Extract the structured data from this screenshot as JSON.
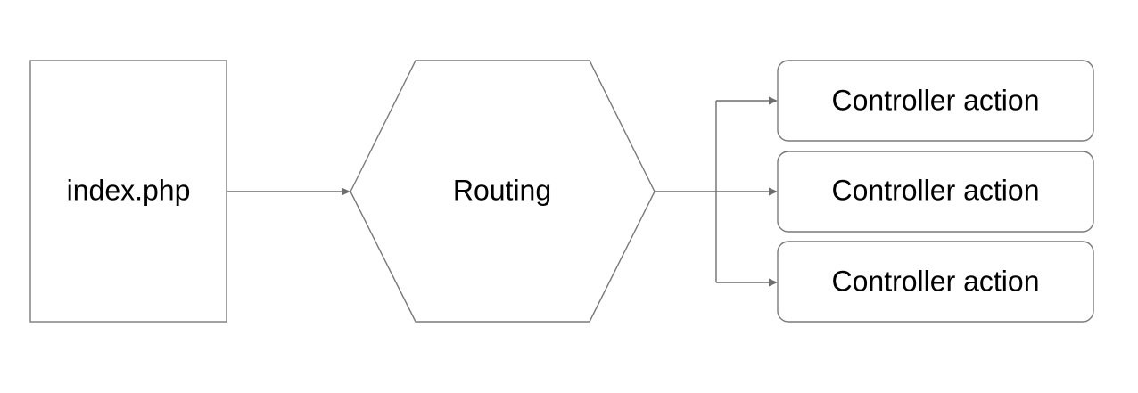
{
  "diagram": {
    "nodes": {
      "index": {
        "label": "index.php",
        "shape": "rectangle"
      },
      "routing": {
        "label": "Routing",
        "shape": "hexagon"
      },
      "actions": [
        {
          "label": "Controller action",
          "shape": "rounded-rectangle"
        },
        {
          "label": "Controller action",
          "shape": "rounded-rectangle"
        },
        {
          "label": "Controller action",
          "shape": "rounded-rectangle"
        }
      ]
    },
    "edges": [
      {
        "from": "index.php",
        "to": "Routing"
      },
      {
        "from": "Routing",
        "to": "Controller action 1"
      },
      {
        "from": "Routing",
        "to": "Controller action 2"
      },
      {
        "from": "Routing",
        "to": "Controller action 3"
      }
    ],
    "colors": {
      "stroke": "#7a7a7a",
      "connector": "#6e6e6e",
      "text": "#000000",
      "background": "#ffffff"
    }
  }
}
